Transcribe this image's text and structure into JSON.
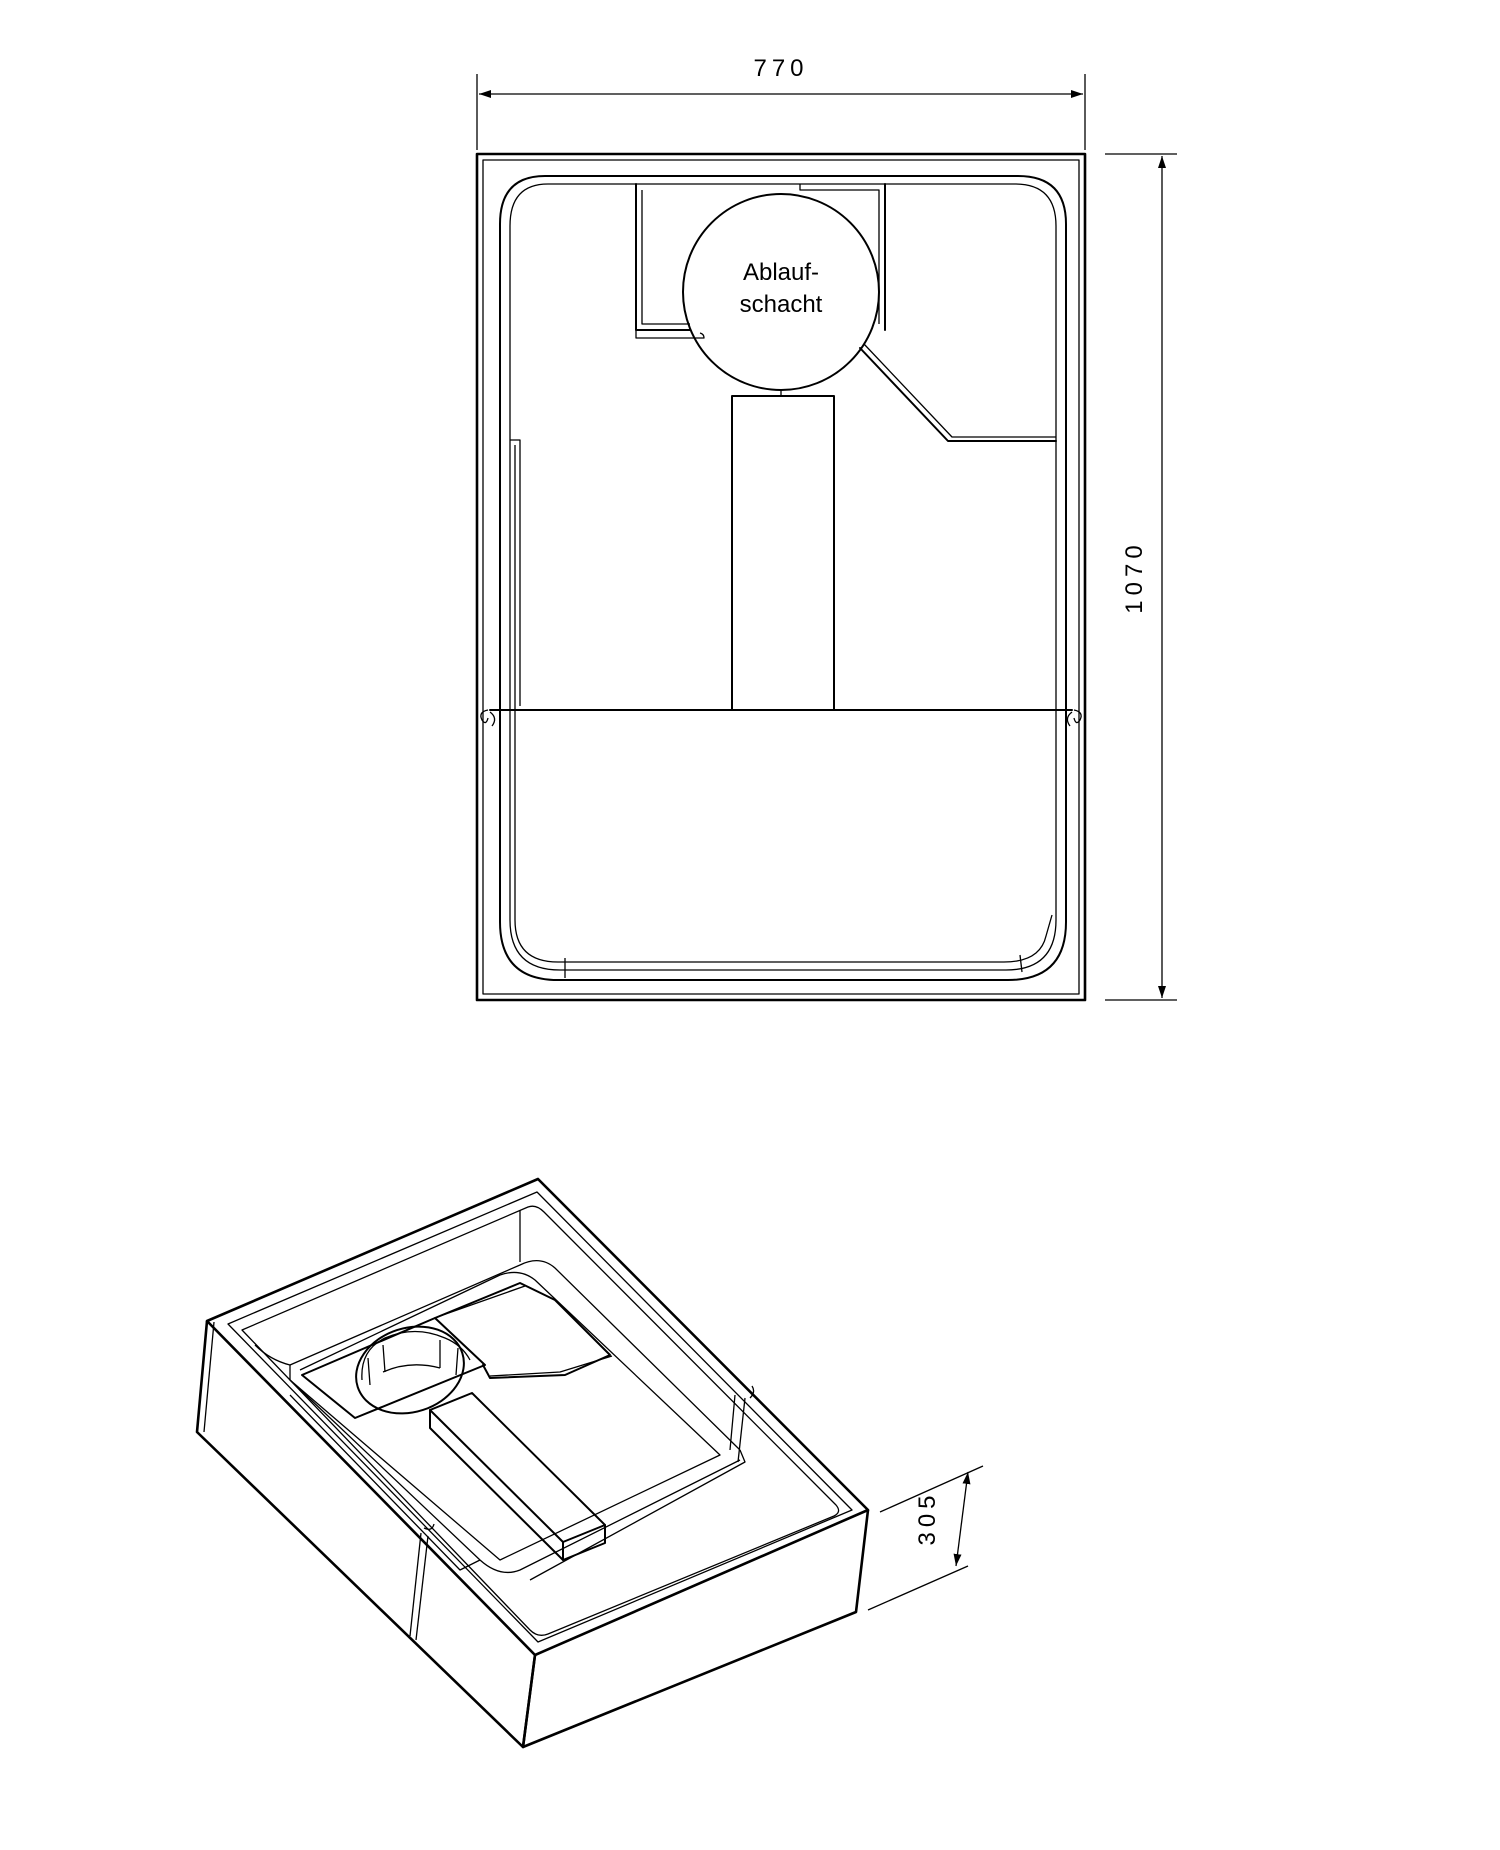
{
  "top_view": {
    "width_dimension": "770",
    "length_dimension": "1070",
    "drain_label_line1": "Ablauf-",
    "drain_label_line2": "schacht"
  },
  "iso_view": {
    "height_dimension": "305"
  }
}
